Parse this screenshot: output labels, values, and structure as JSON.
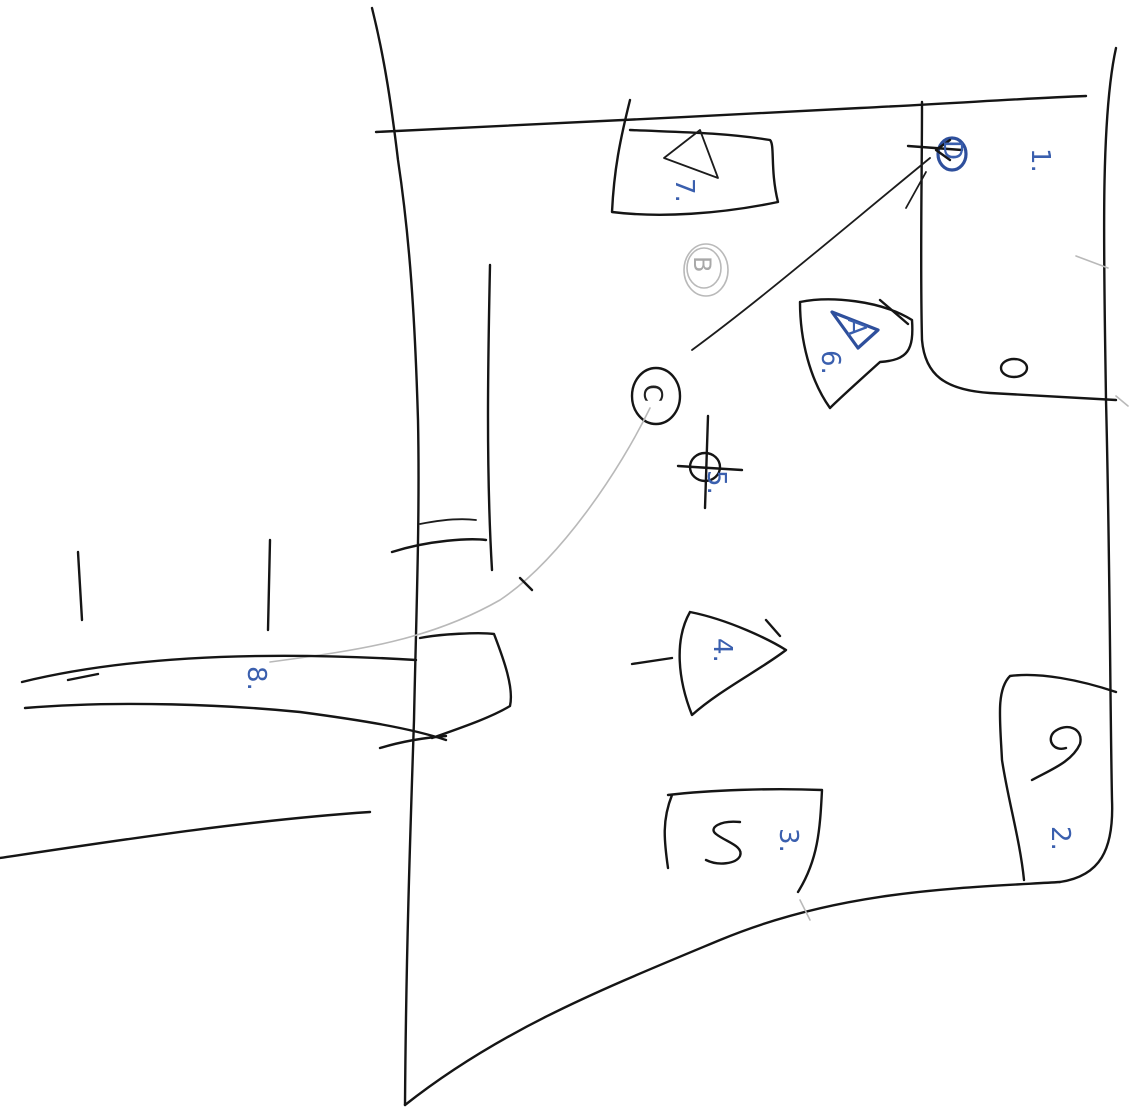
{
  "sketch": {
    "numbered_labels": [
      "1.",
      "2.",
      "3.",
      "4.",
      "5.",
      "6.",
      "7.",
      "8."
    ],
    "letter_labels": [
      "A",
      "B",
      "C",
      "D"
    ]
  }
}
